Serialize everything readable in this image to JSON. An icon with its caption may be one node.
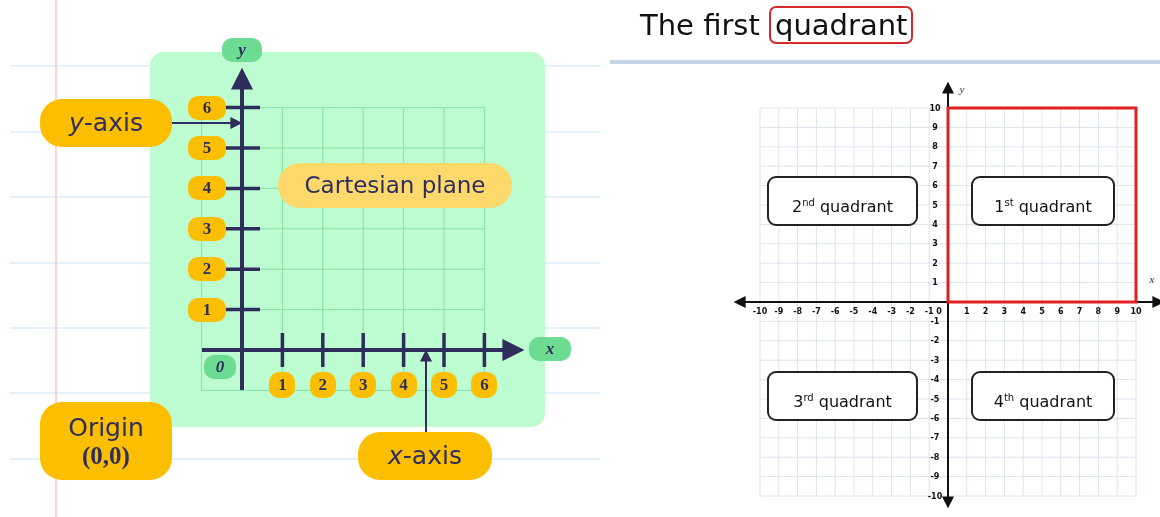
{
  "diagram": {
    "title": "The first quadrant",
    "nodes": [
      {
        "text": [
          "*y*-axis"
        ]
      },
      {
        "text": [
          "Cartesian plane"
        ]
      },
      {
        "text": [
          "*x*-axis"
        ]
      },
      {
        "text": [
          "Origin",
          "(0,0)"
        ]
      },
      {
        "text": [
          "2$^{nd}$ quadrant"
        ]
      },
      {
        "text": [
          "1$^{st}$ quadrant"
        ]
      },
      {
        "text": [
          "3$^{rd}$ quadrant"
        ]
      },
      {
        "text": [
          "4$^{th}$ quadrant"
        ]
      },
      {
        "text": [],
        "shape": "line"
      },
      {
        "text": [],
        "shape": "line"
      }
    ],
    "edges": [
      {
        "from": 0,
        "to": 8,
        "arrow": "to"
      },
      {
        "from": 2,
        "to": 9,
        "arrow": "to"
      }
    ],
    "labels": [
      "y",
      "6",
      "5",
      "4",
      "3",
      "2",
      "1",
      "x",
      "0",
      "1",
      "2",
      "3",
      "4",
      "5",
      "6",
      "y",
      "10",
      "9",
      "8",
      "7",
      "6",
      "5",
      "4",
      "3",
      "2",
      "1",
      "x",
      "-10",
      "-9",
      "-8",
      "-7",
      "-6",
      "-5",
      "-4",
      "-3",
      "-2",
      "-1",
      "0",
      "1",
      "2",
      "3",
      "4",
      "5",
      "6",
      "7",
      "8",
      "9",
      "10",
      "-1",
      "-2",
      "-3",
      "-4",
      "-5",
      "-6",
      "-7",
      "-8",
      "-9",
      "-10"
    ]
  }
}
